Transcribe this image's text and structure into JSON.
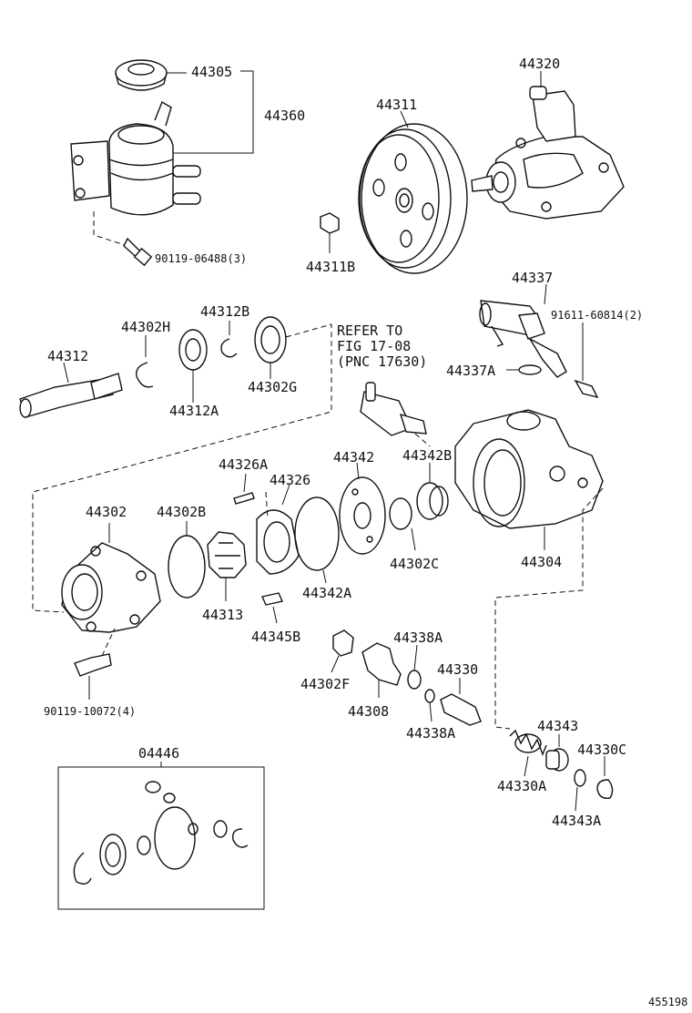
{
  "labels": {
    "p44305": "44305",
    "p44360": "44360",
    "p44320": "44320",
    "p44311": "44311",
    "p44311b": "44311B",
    "p90119_06488": "90119-06488(3)",
    "p44312b": "44312B",
    "p44302h": "44302H",
    "p44312": "44312",
    "p44312a": "44312A",
    "p44302g": "44302G",
    "p44337": "44337",
    "p91611": "91611-60814(2)",
    "p44337a": "44337A",
    "p44326a": "44326A",
    "p44326": "44326",
    "p44342": "44342",
    "p44342b": "44342B",
    "p44302": "44302",
    "p44302b": "44302B",
    "p44313": "44313",
    "p44345b": "44345B",
    "p44342a": "44342A",
    "p44302c": "44302C",
    "p44304": "44304",
    "p44338a_top": "44338A",
    "p44330": "44330",
    "p44302f": "44302F",
    "p44308": "44308",
    "p44338a_bot": "44338A",
    "p90119_10072": "90119-10072(4)",
    "p04446": "04446",
    "p44343": "44343",
    "p44330c": "44330C",
    "p44330a": "44330A",
    "p44343a": "44343A"
  },
  "refer_note": {
    "line1": "REFER TO",
    "line2": "FIG 17-08",
    "line3": "(PNC 17630)"
  },
  "figure_id": "455198"
}
